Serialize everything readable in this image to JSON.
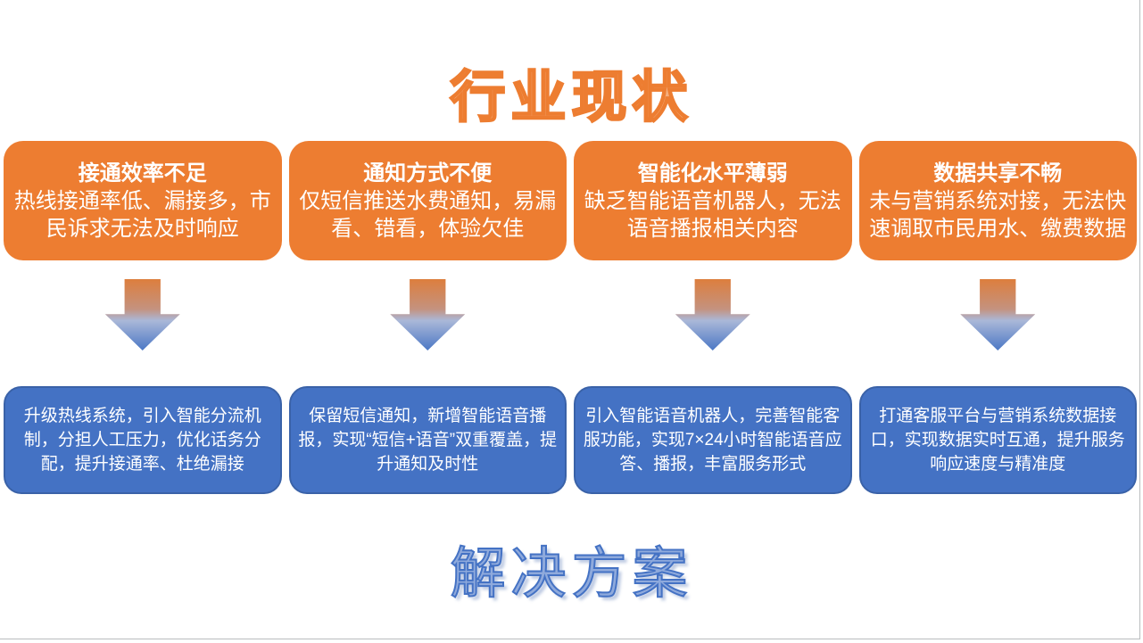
{
  "titles": {
    "top": "行业现状",
    "bottom": "解决方案"
  },
  "problems": [
    {
      "title": "接通效率不足",
      "body": "热线接通率低、漏接多，市民诉求无法及时响应"
    },
    {
      "title": "通知方式不便",
      "body": "仅短信推送水费通知，易漏看、错看，体验欠佳"
    },
    {
      "title": "智能化水平薄弱",
      "body": "缺乏智能语音机器人，无法语音播报相关内容"
    },
    {
      "title": "数据共享不畅",
      "body": "未与营销系统对接，无法快速调取市民用水、缴费数据"
    }
  ],
  "solutions": [
    {
      "body": "升级热线系统，引入智能分流机制，分担人工压力，优化话务分配，提升接通率、杜绝漏接"
    },
    {
      "body": "保留短信通知，新增智能语音播报，实现“短信+语音”双重覆盖，提升通知及时性"
    },
    {
      "body": "引入智能语音机器人，完善智能客服功能，实现7×24小时智能语音应答、播报，丰富服务形式"
    },
    {
      "body": "打通客服平台与营销系统数据接口，实现数据实时互通，提升服务响应速度与精准度"
    }
  ],
  "icons": {
    "arrow": "down-arrow-icon"
  },
  "colors": {
    "orange": "#ED7D31",
    "blue": "#4472C4",
    "blue_border": "#3A62A8",
    "title_top_fill": "#F4AF7E",
    "title_top_stroke": "#ED7D31",
    "title_bottom_fill": "#8FAADC",
    "title_bottom_stroke": "#4472C4",
    "arrow_top": "#DD7E3D",
    "arrow_bottom": "#4B77C5"
  }
}
